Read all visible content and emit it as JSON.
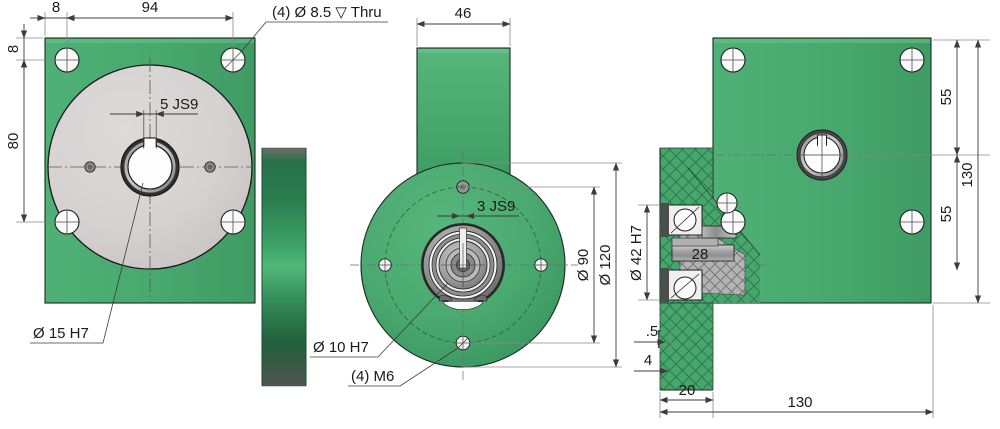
{
  "drawing": {
    "title": "Gearbox Mounting Flange Technical Drawing",
    "background_color": "#ffffff",
    "colors": {
      "body_green": "#4aab6f",
      "body_green_dark": "#2e7f4c",
      "body_green_light": "#63bd85",
      "shaft_green_dark": "#1f6b3c",
      "disc_gray": "#d7d3d3",
      "metal_gray": "#9a9a9a",
      "metal_light": "#e4e4e4",
      "outline": "#1c2b22",
      "dim_text": "#1a1a1a",
      "dim_line": "#3c3c3c",
      "extension_line": "#8a8a8a",
      "center_line": "#55585c"
    },
    "views": [
      {
        "id": "view-left",
        "name": "front-face-view",
        "description": "Square mounting plate front view with circular recess and keyed bore"
      },
      {
        "id": "view-middle",
        "name": "output-flange-view",
        "description": "Round output flange view with 4 bolt holes and splined hub"
      },
      {
        "id": "view-right",
        "name": "side-section-view",
        "description": "Side cross-section view showing bearings and shaft"
      }
    ]
  },
  "dimensions": {
    "left_view": [
      {
        "id": "dim-8-horizontal",
        "label": "8",
        "orientation": "horizontal"
      },
      {
        "id": "dim-94-horizontal",
        "label": "94",
        "orientation": "horizontal"
      },
      {
        "id": "dim-8-vertical",
        "label": "8",
        "orientation": "vertical"
      },
      {
        "id": "dim-80-vertical",
        "label": "80",
        "orientation": "vertical"
      },
      {
        "id": "dim-5-js9",
        "label": "5 JS9",
        "orientation": "horizontal"
      }
    ],
    "middle_view": [
      {
        "id": "dim-46",
        "label": "46",
        "orientation": "horizontal"
      },
      {
        "id": "dim-3-js9",
        "label": "3 JS9",
        "orientation": "horizontal"
      },
      {
        "id": "dim-dia-90",
        "label": "Ø 90",
        "orientation": "vertical"
      },
      {
        "id": "dim-dia-120",
        "label": "Ø 120",
        "orientation": "vertical"
      }
    ],
    "right_view": [
      {
        "id": "dim-dia-42-h7",
        "label": "Ø 42 H7",
        "orientation": "vertical"
      },
      {
        "id": "dim-28",
        "label": "28",
        "orientation": "horizontal"
      },
      {
        "id": "dim-55-upper",
        "label": "55",
        "orientation": "vertical"
      },
      {
        "id": "dim-130-vertical",
        "label": "130",
        "orientation": "vertical"
      },
      {
        "id": "dim-55-lower",
        "label": "55",
        "orientation": "vertical"
      },
      {
        "id": "dim-5-thickness",
        "label": ".5",
        "orientation": "horizontal"
      },
      {
        "id": "dim-4-thickness",
        "label": "4",
        "orientation": "horizontal"
      },
      {
        "id": "dim-20",
        "label": "20",
        "orientation": "horizontal"
      },
      {
        "id": "dim-130-horizontal",
        "label": "130",
        "orientation": "horizontal"
      }
    ]
  },
  "callouts": [
    {
      "id": "callout-bolt-holes",
      "label": "(4) Ø 8.5 ▽ Thru",
      "target_view": "view-left"
    },
    {
      "id": "callout-bore-15",
      "label": "Ø 15 H7",
      "target_view": "view-left"
    },
    {
      "id": "callout-dowel-10",
      "label": "Ø 10 H7",
      "target_view": "view-middle"
    },
    {
      "id": "callout-m6-holes",
      "label": "(4) M6",
      "target_view": "view-middle"
    }
  ]
}
